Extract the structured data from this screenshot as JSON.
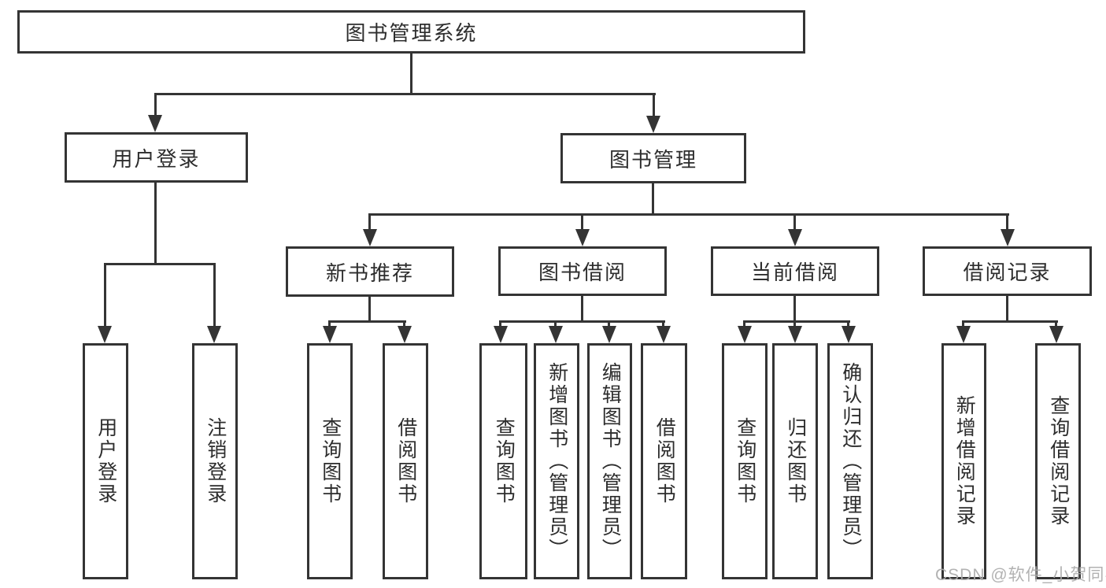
{
  "diagram": {
    "root": {
      "label": "图书管理系统"
    },
    "branches": [
      {
        "label": "用户登录",
        "children": [
          {
            "label": "用户登录"
          },
          {
            "label": "注销登录"
          }
        ]
      },
      {
        "label": "图书管理",
        "children": [
          {
            "label": "新书推荐",
            "children": [
              {
                "label": "查询图书"
              },
              {
                "label": "借阅图书"
              }
            ]
          },
          {
            "label": "图书借阅",
            "children": [
              {
                "label": "查询图书"
              },
              {
                "label": "新增图书（管理员）"
              },
              {
                "label": "编辑图书（管理员）"
              },
              {
                "label": "借阅图书"
              }
            ]
          },
          {
            "label": "当前借阅",
            "children": [
              {
                "label": "查询图书"
              },
              {
                "label": "归还图书"
              },
              {
                "label": "确认归还（管理员）"
              }
            ]
          },
          {
            "label": "借阅记录",
            "children": [
              {
                "label": "新增借阅记录"
              },
              {
                "label": "查询借阅记录"
              }
            ]
          }
        ]
      }
    ]
  },
  "watermark": {
    "text": "CSDN @软件_小贺同学"
  },
  "colors": {
    "line": "#343434",
    "text": "#2d2d2d",
    "background": "#ffffff",
    "watermark": "#acacac"
  }
}
